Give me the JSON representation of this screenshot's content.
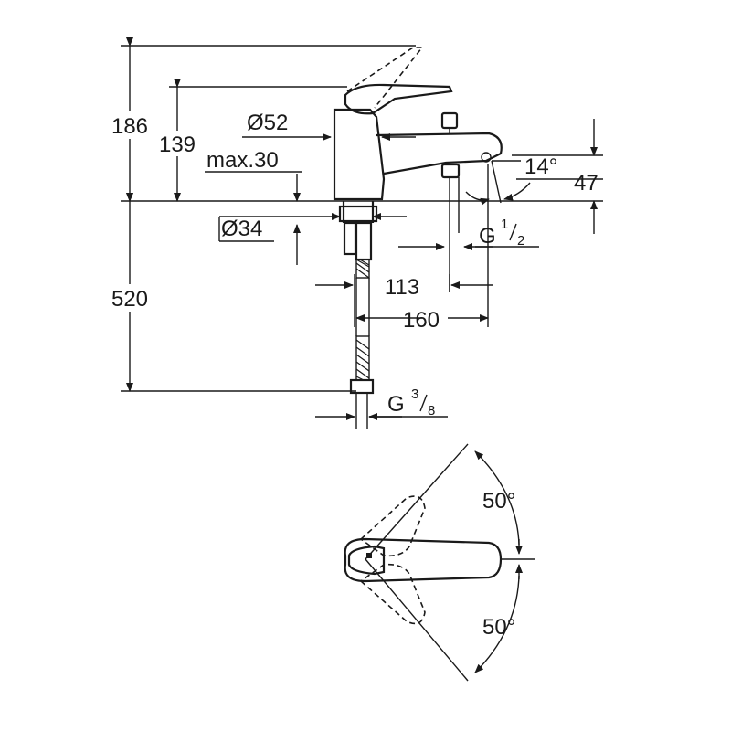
{
  "dimensions": {
    "height_total": "186",
    "height_lever": "139",
    "max_deck": "max.30",
    "dia_body": "Ø52",
    "dia_base": "Ø34",
    "spout_angle": "14°",
    "spout_height": "47",
    "inlet_thread": "G",
    "inlet_thread_num": "1",
    "inlet_thread_den": "2",
    "spout_offset": "113",
    "spout_reach": "160",
    "hose_length": "520",
    "hose_thread": "G",
    "hose_thread_num": "3",
    "hose_thread_den": "8",
    "angle_upper": "50°",
    "angle_lower": "50°"
  }
}
